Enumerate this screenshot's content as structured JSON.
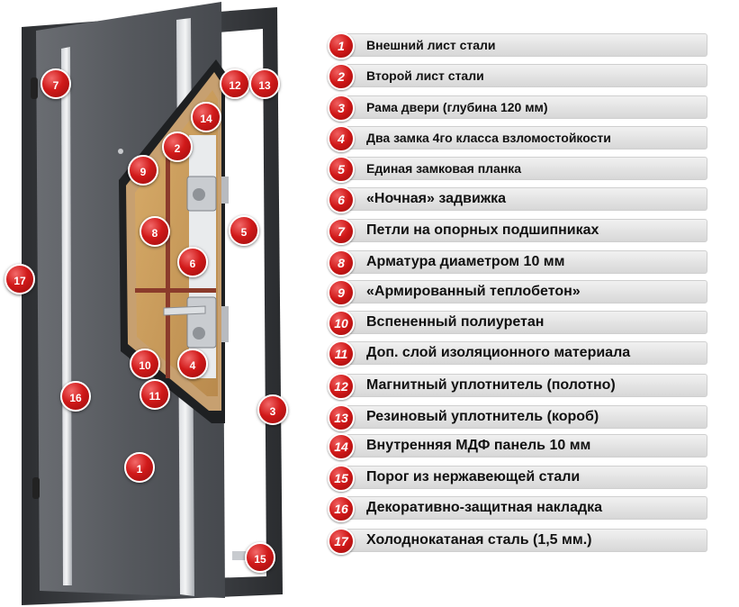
{
  "colors": {
    "marker_red": "#d11a1a",
    "legend_bar": "#e2e2e2",
    "door_steel": "#5f6266",
    "frame": "#3a3c40",
    "insulation": "#c99a5a"
  },
  "markers": [
    "1",
    "2",
    "3",
    "4",
    "5",
    "6",
    "7",
    "8",
    "9",
    "10",
    "11",
    "12",
    "13",
    "14",
    "15",
    "16",
    "17"
  ],
  "legend": [
    {
      "num": "1",
      "text": "Внешний лист стали"
    },
    {
      "num": "2",
      "text": "Второй лист стали"
    },
    {
      "num": "3",
      "text": "Рама двери (глубина 120 мм)"
    },
    {
      "num": "4",
      "text": "Два замка 4го класса взломостойкости"
    },
    {
      "num": "5",
      "text": "Единая замковая планка"
    },
    {
      "num": "6",
      "text": "«Ночная» задвижка"
    },
    {
      "num": "7",
      "text": "Петли на опорных подшипниках"
    },
    {
      "num": "8",
      "text": "Арматура диаметром 10 мм"
    },
    {
      "num": "9",
      "text": "«Армированный теплобетон»"
    },
    {
      "num": "10",
      "text": "Вспененный полиуретан"
    },
    {
      "num": "11",
      "text": "Доп. слой изоляционного материала"
    },
    {
      "num": "12",
      "text": "Магнитный уплотнитель (полотно)"
    },
    {
      "num": "13",
      "text": "Резиновый уплотнитель (короб)"
    },
    {
      "num": "14",
      "text": "Внутренняя МДФ панель 10 мм"
    },
    {
      "num": "15",
      "text": "Порог из нержавеющей стали"
    },
    {
      "num": "16",
      "text": "Декоративно-защитная накладка"
    },
    {
      "num": "17",
      "text": "Холоднокатаная сталь (1,5 мм.)"
    }
  ]
}
